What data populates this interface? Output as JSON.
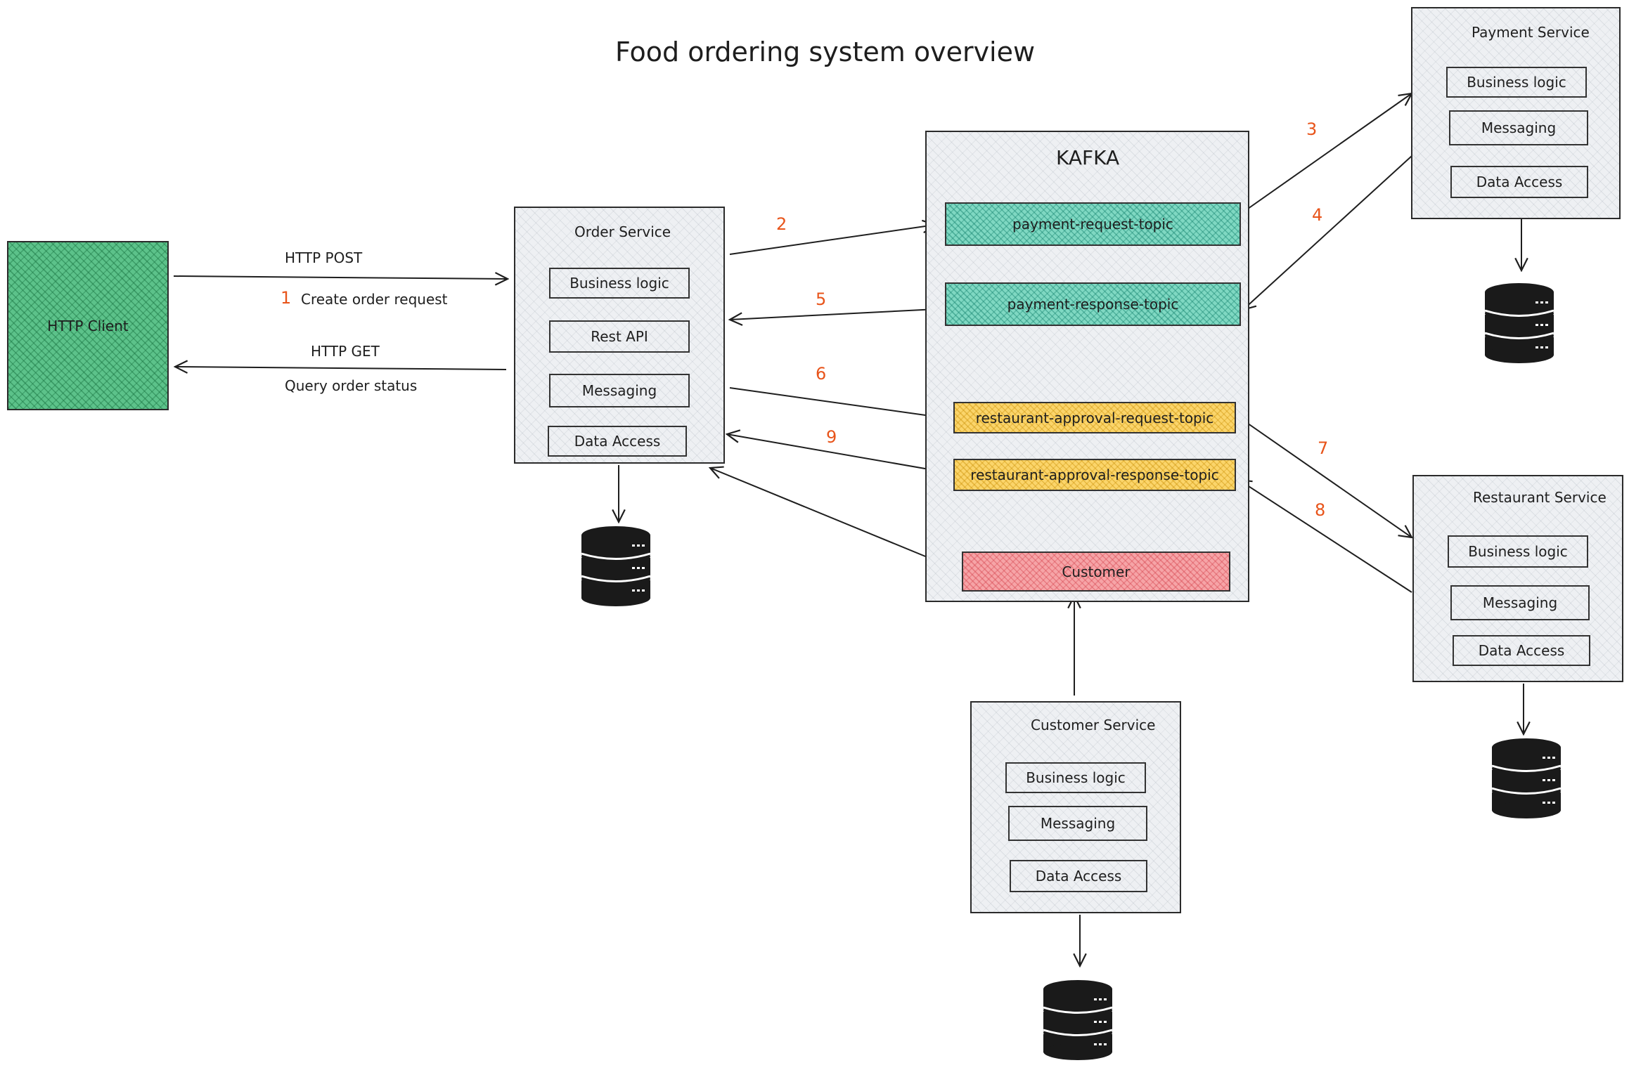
{
  "title": "Food ordering system overview",
  "http_client": {
    "label": "HTTP Client"
  },
  "order_service": {
    "title": "Order Service",
    "layers": [
      "Business logic",
      "Rest API",
      "Messaging",
      "Data Access"
    ]
  },
  "kafka": {
    "title": "KAFKA",
    "topics": {
      "payment_request": "payment-request-topic",
      "payment_response": "payment-response-topic",
      "restaurant_request": "restaurant-approval-request-topic",
      "restaurant_response": "restaurant-approval-response-topic",
      "customer": "Customer"
    }
  },
  "payment_service": {
    "title": "Payment Service",
    "layers": [
      "Business logic",
      "Messaging",
      "Data Access"
    ]
  },
  "restaurant_service": {
    "title": "Restaurant Service",
    "layers": [
      "Business logic",
      "Messaging",
      "Data Access"
    ]
  },
  "customer_service": {
    "title": "Customer Service",
    "layers": [
      "Business logic",
      "Messaging",
      "Data Access"
    ]
  },
  "edges": {
    "http_post": "HTTP POST",
    "create_order": "Create order request",
    "http_get": "HTTP GET",
    "query_status": "Query order status"
  },
  "steps": [
    "1",
    "2",
    "3",
    "4",
    "5",
    "6",
    "7",
    "8",
    "9"
  ],
  "colors": {
    "step_number": "#e8541a",
    "http_client": "#5cc28a",
    "payment_topics": "#7fd8c2",
    "restaurant_topics": "#fbd56b",
    "customer_topic": "#f6a4a7",
    "service_box": "#eef0f3",
    "database": "#1a1a1a"
  }
}
